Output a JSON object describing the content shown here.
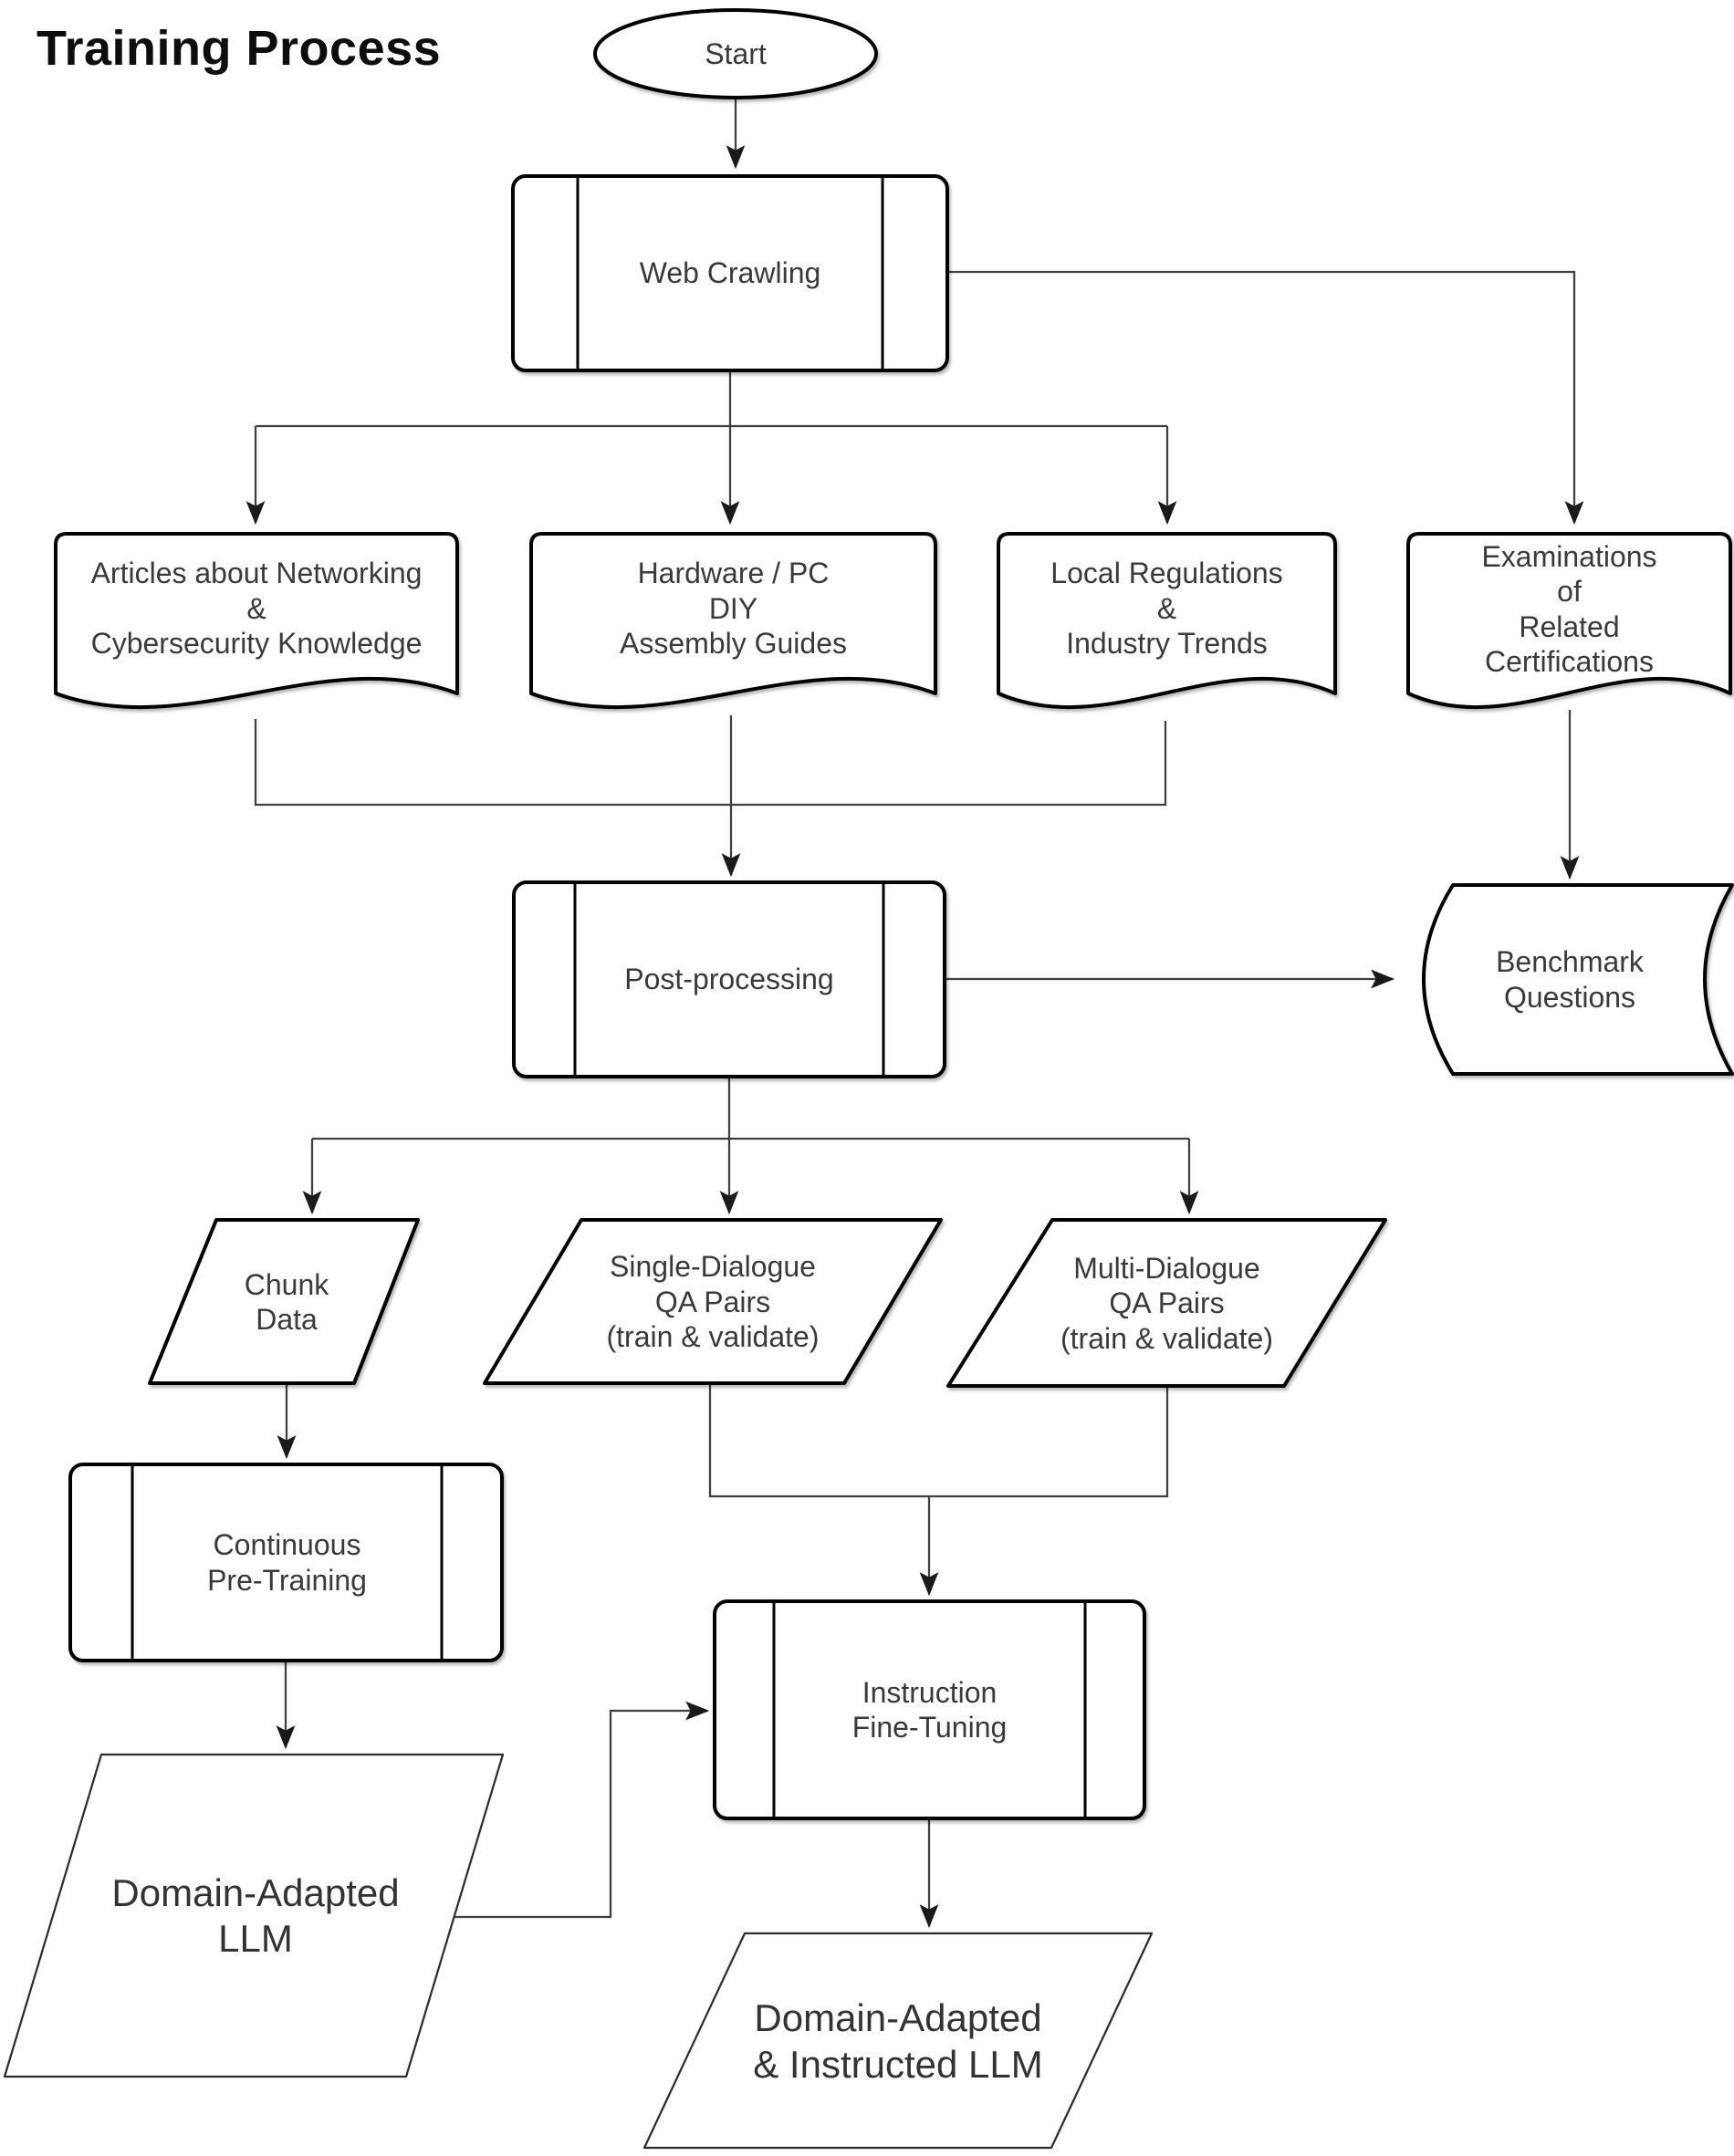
{
  "title": "Training Process",
  "colors": {
    "background": "#ffffff",
    "shape_stroke": "#000000",
    "connector_stroke": "#3f3f3f",
    "label_text": "#3a3a3a",
    "title_text": "#0d0d0d"
  },
  "nodes": {
    "start": {
      "type": "terminator",
      "label": "Start"
    },
    "web_crawling": {
      "type": "predefined-process",
      "label": "Web Crawling"
    },
    "doc_articles": {
      "type": "document",
      "label": "Articles about Networking\n&\nCybersecurity Knowledge"
    },
    "doc_hardware": {
      "type": "document",
      "label": "Hardware / PC\nDIY\nAssembly Guides"
    },
    "doc_regulations": {
      "type": "document",
      "label": "Local Regulations\n&\nIndustry Trends"
    },
    "doc_examinations": {
      "type": "document",
      "label": "Examinations\nof\nRelated\nCertifications"
    },
    "post_processing": {
      "type": "predefined-process",
      "label": "Post-processing"
    },
    "benchmark_questions": {
      "type": "stored-data",
      "label": "Benchmark\nQuestions"
    },
    "chunk_data": {
      "type": "parallelogram",
      "label": "Chunk\nData"
    },
    "single_dialogue": {
      "type": "parallelogram",
      "label": "Single-Dialogue\nQA Pairs\n(train & validate)"
    },
    "multi_dialogue": {
      "type": "parallelogram",
      "label": "Multi-Dialogue\nQA Pairs\n(train & validate)"
    },
    "continuous_pretraining": {
      "type": "predefined-process",
      "label": "Continuous\nPre-Training"
    },
    "domain_adapted_llm": {
      "type": "parallelogram",
      "label": "Domain-Adapted\nLLM"
    },
    "instruction_finetuning": {
      "type": "predefined-process",
      "label": "Instruction\nFine-Tuning"
    },
    "domain_adapted_instructed_llm": {
      "type": "parallelogram",
      "label": "Domain-Adapted\n& Instructed LLM"
    }
  },
  "edges": [
    "start -> web_crawling",
    "web_crawling -> doc_articles",
    "web_crawling -> doc_hardware",
    "web_crawling -> doc_regulations",
    "web_crawling -> doc_examinations",
    "doc_articles -> post_processing",
    "doc_hardware -> post_processing",
    "doc_regulations -> post_processing",
    "doc_examinations -> benchmark_questions",
    "post_processing -> benchmark_questions",
    "post_processing -> chunk_data",
    "post_processing -> single_dialogue",
    "post_processing -> multi_dialogue",
    "chunk_data -> continuous_pretraining",
    "single_dialogue -> instruction_finetuning",
    "multi_dialogue -> instruction_finetuning",
    "continuous_pretraining -> domain_adapted_llm",
    "domain_adapted_llm -> instruction_finetuning",
    "instruction_finetuning -> domain_adapted_instructed_llm"
  ]
}
